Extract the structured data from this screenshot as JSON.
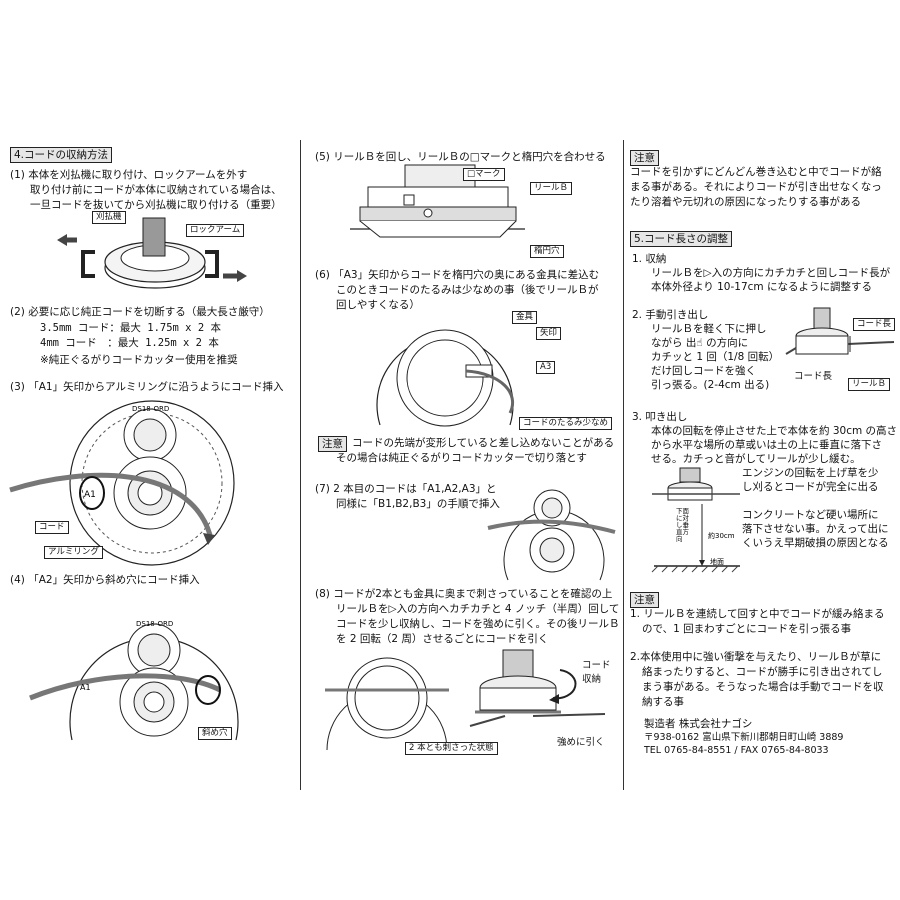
{
  "col1": {
    "header": "4.コードの収納方法",
    "s1": [
      "(1) 本体を刈払機に取り付け、ロックアームを外す",
      "取り付け前にコードが本体に収納されている場合は、",
      "一旦コードを抜いてから刈払機に取り付ける（重要）"
    ],
    "s1_labels": {
      "kariharaiki": "刈払機",
      "lockarm": "ロックアーム"
    },
    "s2": [
      "(2) 必要に応じ純正コードを切断する（最大長さ厳守）",
      "3.5mm コード：最大 1.75m x 2 本",
      "4mm コード　：最大 1.25m x 2 本",
      "※純正ぐるがりコードカッター使用を推奨"
    ],
    "s3": "(3) 「A1」矢印からアルミリングに沿うようにコード挿入",
    "s3_labels": {
      "code": "コード",
      "ring": "アルミリング",
      "part": "DS18-ORD",
      "a1": "A1"
    },
    "s4": "(4) 「A2」矢印から斜め穴にコード挿入",
    "s4_labels": {
      "hole": "斜め穴",
      "part": "DS18-ORD",
      "a1": "A1"
    }
  },
  "col2": {
    "s5": "(5) リールＢを回し、リールＢの□マークと楕円穴を合わせる",
    "s5_labels": {
      "mark": "□マーク",
      "reel": "リールＢ",
      "hole": "楕円穴"
    },
    "s6": [
      "(6) 「A3」矢印からコードを楕円穴の奥にある金具に差込む",
      "このときコードのたるみは少なめの事（後でリールＢが",
      "回しやすくなる）"
    ],
    "s6_labels": {
      "kingu": "金具",
      "yajirushi": "矢印",
      "a3": "A3",
      "slack": "コードのたるみ少なめ"
    },
    "note_label": "注意",
    "note": [
      "コードの先端が変形していると差し込めないことがある",
      "その場合は純正ぐるがりコードカッターで切り落とす"
    ],
    "s7": [
      "(7) 2 本目のコードは「A1,A2,A3」と",
      "同様に「B1,B2,B3」の手順で挿入"
    ],
    "s8": [
      "(8) コードが2本とも金具に奥まで刺さっていることを確認の上",
      "リールＢを▷入の方向へカチカチと 4 ノッチ（半周）回して",
      "コードを少し収納し、コードを強めに引く。その後リールＢ",
      "を 2 回転（2 周）させるごとにコードを引く"
    ],
    "s8_labels": {
      "store": "コード\n収納",
      "both": "2 本とも刺さった状態",
      "pull": "強めに引く"
    }
  },
  "col3": {
    "note1_label": "注意",
    "note1": [
      "コードを引かずにどんどん巻き込むと中でコードが絡",
      "まる事がある。それによりコードが引き出せなくなっ",
      "たり溶着や元切れの原因になったりする事がある"
    ],
    "header": "5.コード長さの調整",
    "c1_title": "1. 収納",
    "c1": [
      "リールＢを▷入の方向にカチカチと回しコード長が",
      "本体外径より 10-17cm になるように調整する"
    ],
    "c2_title": "2. 手動引き出し",
    "c2": [
      "リールＢを軽く下に押し",
      "ながら 出☝ の方向に",
      "カチッと 1 回（1/8 回転）",
      "だけ回しコードを強く",
      "引っ張る。(2-4cm 出る)"
    ],
    "c2_labels": {
      "codelen": "コード長",
      "code": "コード長",
      "reel": "リールＢ"
    },
    "c3_title": "3. 叩き出し",
    "c3": [
      "本体の回転を停止させた上で本体を約 30cm の高さ",
      "から水平な場所の草或いは土の上に垂直に落下さ",
      "せる。カチっと音がしてリールが少し緩む。"
    ],
    "c3_side": [
      "エンジンの回転を上げ草を少",
      "し刈るとコードが完全に出る",
      "",
      "コンクリートなど硬い場所に",
      "落下させない事。かえって出に",
      "くいうえ早期破損の原因となる"
    ],
    "c3_fig": {
      "v1": "下面に対し垂直方向",
      "h": "約30cm",
      "ground": "地面"
    },
    "note2_label": "注意",
    "note2": [
      "1. リールＢを連続して回すと中でコードが緩み絡まる",
      "ので、1 回まわすごとにコードを引っ張る事",
      "",
      "2.本体使用中に強い衝撃を与えたり、リールＢが草に",
      "絡まったりすると、コードが勝手に引き出されてし",
      "まう事がある。そうなった場合は手動でコードを収",
      "納する事"
    ],
    "maker": "製造者 株式会社ナゴシ",
    "address": "〒938-0162 富山県下新川郡朝日町山崎 3889",
    "tel": "TEL 0765-84-8551 / FAX 0765-84-8033"
  }
}
